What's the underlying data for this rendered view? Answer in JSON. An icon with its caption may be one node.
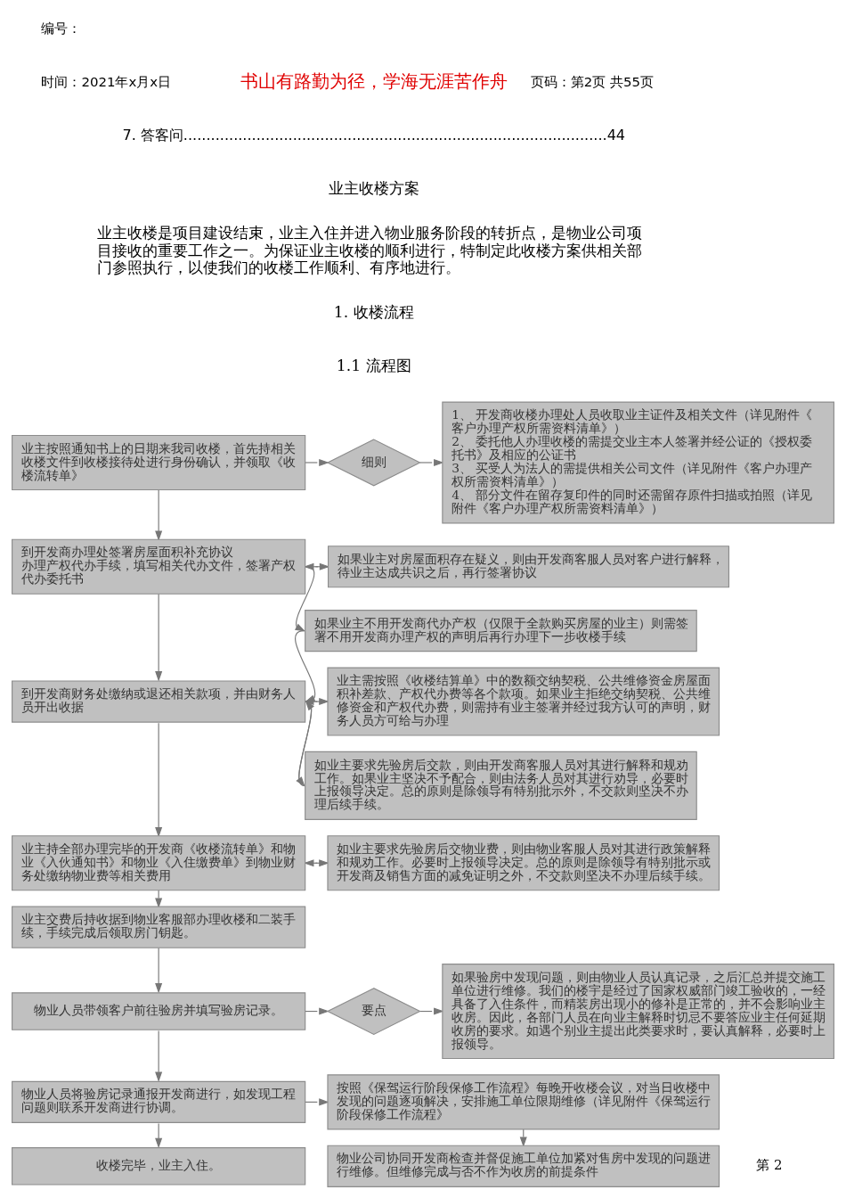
{
  "diagram": {
    "nodes": [
      {
        "text": [
          "业主按照通知书上的日期来我司收楼，首先持相关收楼文件到收楼接待处进行身份确认，并领取《收楼流转单》"
        ]
      },
      {
        "text": [
          "细则"
        ]
      },
      {
        "text": [
          "1、 开发商收楼办理处人员收取业主证件及相关文件（详见附件《客户办理产权所需资料清单》）",
          "2、 委托他人办理收楼的需提交业主本人签署并经公证的《授权委托书》及相应的公证书",
          "3、 买受人为法人的需提供相关公司文件（详见附件《客户办理产权所需资料清单》）",
          "4、 部分文件在留存复印件的同时还需留存原件扫描或拍照（详见附件《客户办理产权所需资料清单》）"
        ]
      },
      {
        "text": [
          "到开发商办理处签署房屋面积补充协议",
          "办理产权代办手续，填写相关代办文件，签署产权代办委托书"
        ]
      },
      {
        "text": [
          "如果业主对房屋面积存在疑义，则由开发商客服人员对客户进行解释，待业主达成共识之后，再行签署协议"
        ]
      },
      {
        "text": [
          "如果业主不用开发商代办产权（仅限于全款购买房屋的业主）则需签署不用开发商办理产权的声明后再行办理下一步收楼手续"
        ]
      },
      {
        "text": [
          "到开发商财务处缴纳或退还相关款项，并由财务人员开出收据"
        ]
      },
      {
        "text": [
          "业主需按照《收楼结算单》中的数额交纳契税、公共维修资金房屋面积补差款、产权代办费等各个款项。如果业主拒绝交纳契税、公共维修资金和产权代办费，则需持有业主签署并经过我方认可的声明，财务人员方可给与办理"
        ]
      },
      {
        "text": [
          "如业主要求先验房后交款，则由开发商客服人员对其进行解释和规劝工作。如果业主坚决不予配合，则由法务人员对其进行劝导，必要时上报领导决定。总的原则是除领导有特别批示外，不交款则坚决不办理后续手续。"
        ]
      },
      {
        "text": [
          "业主持全部办理完毕的开发商《收楼流转单》和物业《入伙通知书》和物业《入住缴费单》到物业财务处缴纳物业费等相关费用"
        ]
      },
      {
        "text": [
          "如业主要求先验房后交物业费，则由物业客服人员对其进行政策解释和规劝工作。必要时上报领导决定。总的原则是除领导有特别批示或开发商及销售方面的减免证明之外，不交款则坚决不办理后续手续。"
        ]
      },
      {
        "text": [
          "业主交费后持收据到物业客服部办理收楼和二装手续，手续完成后领取房门钥匙。"
        ]
      },
      {
        "text": [
          "物业人员带领客户前往验房并填写验房记录。"
        ]
      },
      {
        "text": [
          "要点"
        ]
      },
      {
        "text": [
          "如果验房中发现问题，则由物业人员认真记录，之后汇总并提交施工单位进行维修。我们的楼宇是经过了国家权威部门竣工验收的，一经具备了入住条件，而精装房出现小的修补是正常的，并不会影响业主收房。因此，各部门人员在向业主解释时切忌不要答应业主任何延期收房的要求。如遇个别业主提出此类要求时，要认真解释，必要时上报领导。"
        ]
      },
      {
        "text": [
          "物业人员将验房记录通报开发商进行，如发现工程问题则联系开发商进行协调。"
        ]
      },
      {
        "text": [
          "按照《保驾运行阶段保修工作流程》每晚开收楼会议，对当日收楼中发现的问题逐项解决，安排施工单位限期维修（详见附件《保驾运行阶段保修工作流程》"
        ]
      },
      {
        "text": [
          "收楼完毕，业主入住。"
        ]
      },
      {
        "text": [
          "物业公司协同开发商检查并督促施工单位加紧对售房中发现的问题进行维修。但维修完成与否不作为收房的前提条件"
        ]
      }
    ],
    "edges": [
      {
        "from": 0,
        "to": 1,
        "arrow": "to"
      },
      {
        "from": 1,
        "to": 2,
        "arrow": "to"
      },
      {
        "from": 0,
        "to": 3,
        "arrow": "to"
      },
      {
        "from": 3,
        "to": 4,
        "arrow": "to"
      },
      {
        "from": 4,
        "to": 3,
        "arrow": "to"
      },
      {
        "from": 3,
        "to": 5,
        "arrow": "to"
      },
      {
        "from": 5,
        "to": 6,
        "arrow": "to"
      },
      {
        "from": 3,
        "to": 6,
        "arrow": "to"
      },
      {
        "from": 6,
        "to": 7,
        "arrow": "to"
      },
      {
        "from": 6,
        "to": 8,
        "arrow": "to"
      },
      {
        "from": 7,
        "to": 6,
        "arrow": "to"
      },
      {
        "from": 8,
        "to": 6,
        "arrow": "to"
      },
      {
        "from": 6,
        "to": 9,
        "arrow": "to"
      },
      {
        "from": 9,
        "to": 10,
        "arrow": "to"
      },
      {
        "from": 10,
        "to": 9,
        "arrow": "to"
      },
      {
        "from": 9,
        "to": 11,
        "arrow": "to"
      },
      {
        "from": 11,
        "to": 12,
        "arrow": "to"
      },
      {
        "from": 12,
        "to": 13,
        "arrow": "to"
      },
      {
        "from": 13,
        "to": 14,
        "arrow": "to"
      },
      {
        "from": 12,
        "to": 15,
        "arrow": "to"
      },
      {
        "from": 15,
        "to": 16,
        "arrow": "to"
      },
      {
        "from": 16,
        "to": 18,
        "arrow": "to"
      },
      {
        "from": 15,
        "to": 17,
        "arrow": "to"
      }
    ],
    "labels": [
      "编号：",
      "时间：2021年x月x日",
      "书山有路勤为径，学海无涯苦作舟",
      "页码：第2页 共55页",
      "7. 答客问.............................................................................................44",
      "业主收楼方案",
      "业主收楼是项目建设结束，业主入住并进入物业服务阶段的转折点，是物业公司项目接收的重要工作之一。为保证业主收楼的顺利进行，特制定此收楼方案供相关部门参照执行，以使我们的收楼工作顺利、有序地进行。",
      "1. 收楼流程",
      "1.1 流程图",
      "第 2"
    ]
  }
}
